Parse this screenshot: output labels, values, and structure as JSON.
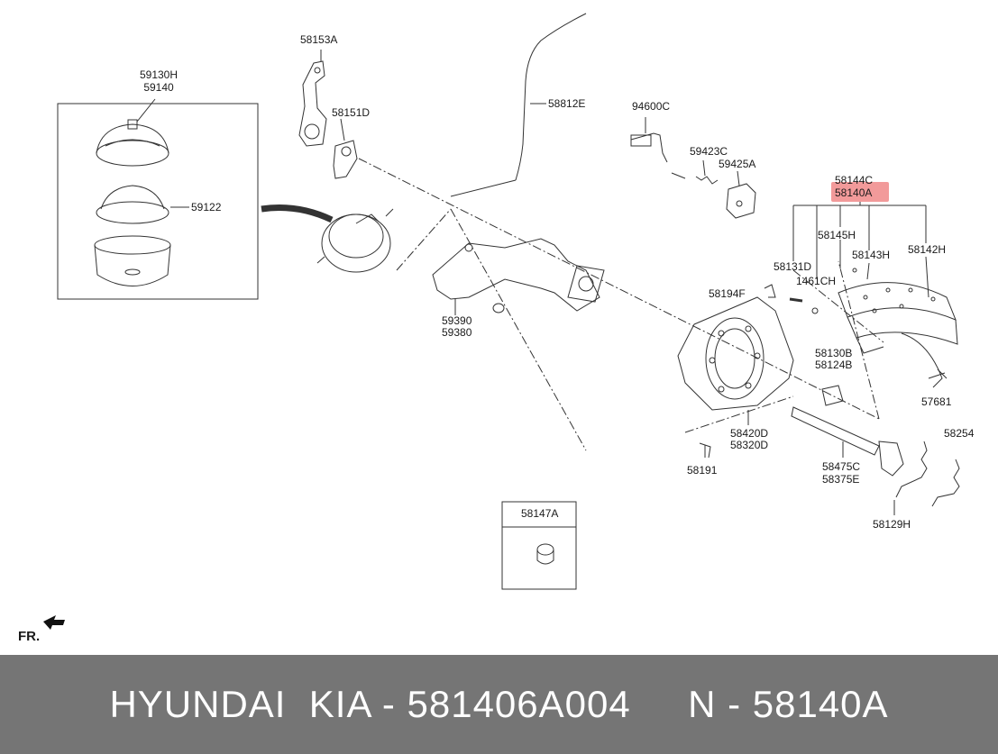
{
  "colors": {
    "footer_bg": "#757575",
    "footer_text": "#ffffff",
    "highlight_fill": "#f29a9a",
    "line": "#333333"
  },
  "inset_box_1": {
    "labels": {
      "top_a": "59130H",
      "top_b": "59140",
      "side": "59122"
    }
  },
  "inset_box_2": {
    "label": "58147A"
  },
  "part_labels": {
    "p58153A": "58153A",
    "p58151D": "58151D",
    "p58812E": "58812E",
    "p94600C": "94600C",
    "p59423C": "59423C",
    "p59425A": "59425A",
    "p58144C": "58144C",
    "p58140A": "58140A",
    "p58145H": "58145H",
    "p58142H": "58142H",
    "p58143H": "58143H",
    "p58131D": "58131D",
    "p1461CH": "1461CH",
    "p58194F": "58194F",
    "p59390": "59390",
    "p59380": "59380",
    "p58130B": "58130B",
    "p58124B": "58124B",
    "p57681": "57681",
    "p58420D": "58420D",
    "p58320D": "58320D",
    "p58254": "58254",
    "p58191": "58191",
    "p58475C": "58475C",
    "p58375E": "58375E",
    "p58129H": "58129H"
  },
  "orientation": {
    "label": "FR.",
    "icon": "arrow-icon"
  },
  "footer": {
    "text": "HYUNDAI  KIA - 581406A004     N - 58140A"
  }
}
